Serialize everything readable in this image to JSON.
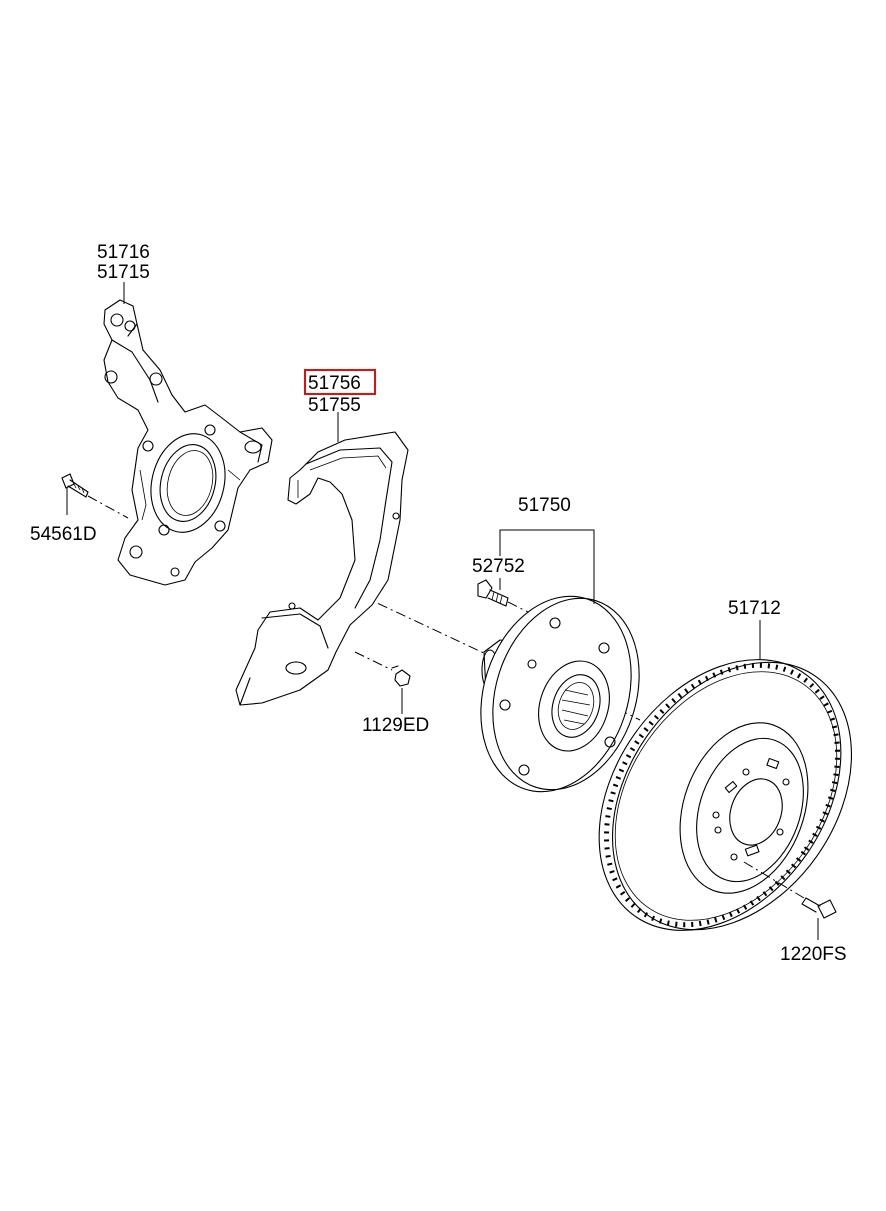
{
  "parts": {
    "knuckle_rh": "51716",
    "knuckle_lh": "51715",
    "knuckle_bolt": "54561D",
    "dust_cover_rh": "51756",
    "dust_cover_lh": "51755",
    "cover_bolt": "1129ED",
    "hub_assembly": "51750",
    "hub_bolt": "52752",
    "brake_disc": "51712",
    "disc_screw": "1220FS"
  },
  "highlight": {
    "part": "51756",
    "color": "#e01010"
  }
}
